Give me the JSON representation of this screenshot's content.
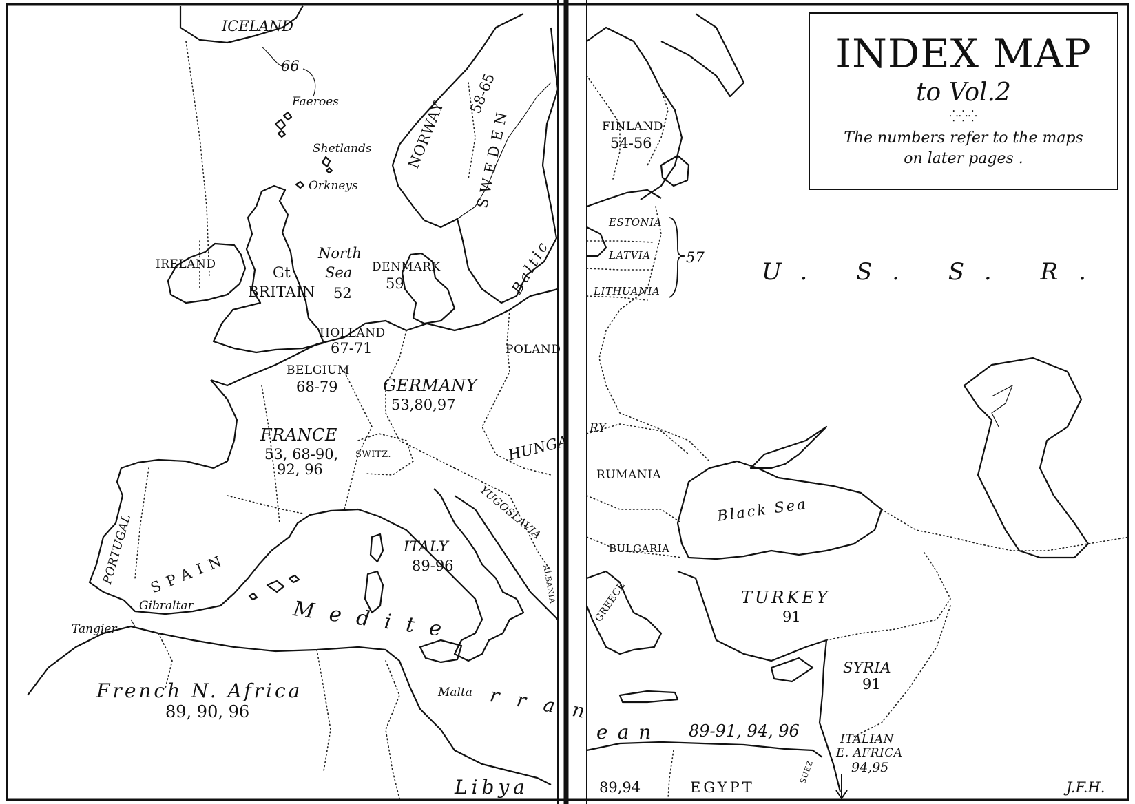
{
  "legend": {
    "title": "INDEX MAP",
    "subtitle": "to Vol.2",
    "ornament": "⁛⁛⁛",
    "note_line1": "The numbers refer to the maps",
    "note_line2": "on later pages ."
  },
  "signature": "J.F.H.",
  "labels": {
    "iceland": "ICELAND",
    "iceland_num": "66",
    "faeroes": "Faeroes",
    "shetlands": "Shetlands",
    "orkneys": "Orkneys",
    "ireland": "IRELAND",
    "gt": "Gt",
    "britain": "BRITAIN",
    "britain_num": "52",
    "north": "North",
    "sea": "Sea",
    "denmark": "DENMARK",
    "denmark_num": "59",
    "norway": "NORWAY",
    "norway_num": "58-65",
    "sweden": "SWEDEN",
    "baltic": "Baltic",
    "finland": "FINLAND",
    "finland_num": "54-56",
    "estonia": "ESTONIA",
    "latvia": "LATVIA",
    "lithuania": "LITHUANIA",
    "baltic_num": "57",
    "ussr": "U.  S.  S.  R.",
    "holland": "HOLLAND",
    "holland_num": "67-71",
    "belgium": "BELGIUM",
    "belgium_num": "68-79",
    "germany": "GERMANY",
    "germany_num": "53,80,97",
    "poland": "POLAND",
    "france": "FRANCE",
    "france_num1": "53, 68-90,",
    "france_num2": "92, 96",
    "switz": "SWITZ.",
    "hungary": "HUNGA",
    "hungary_tail": "RY",
    "rumania": "RUMANIA",
    "yugoslavia": "YUGOSLAVIA",
    "albania": "ALBANIA",
    "bulgaria": "BULGARIA",
    "greece": "GREECE",
    "black_sea": "Black Sea",
    "turkey": "TURKEY",
    "turkey_num": "91",
    "syria": "SYRIA",
    "syria_num": "91",
    "portugal": "PORTUGAL",
    "spain": "SPAIN",
    "italy": "ITALY",
    "italy_num": "89-96",
    "gibraltar": "Gibraltar",
    "tangier": "Tangier",
    "med_1": "Medite",
    "med_2": "rran",
    "med_3": "ean",
    "med_num": "89-91, 94, 96",
    "malta": "Malta",
    "french_africa": "French N. Africa",
    "french_africa_num": "89, 90, 96",
    "libya": "Libya",
    "egypt_num": "89,94",
    "egypt": "EGYPT",
    "suez": "SUEZ",
    "italian_africa1": "ITALIAN",
    "italian_africa2": "E. AFRICA",
    "italian_africa_num": "94,95"
  }
}
